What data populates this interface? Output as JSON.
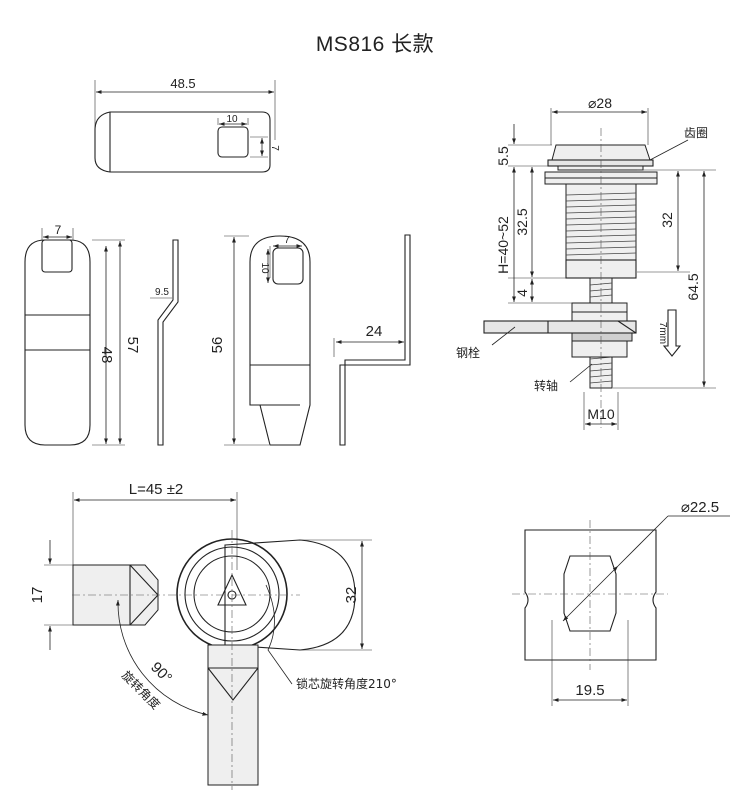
{
  "title": "MS816 长款",
  "top_view": {
    "length": "48.5",
    "slot_w": "10",
    "slot_h": "7"
  },
  "front_view": {
    "slot_w": "7",
    "len_inner": "48",
    "len_outer": "57"
  },
  "side_view_1": {
    "offset": "9.5"
  },
  "back_view": {
    "slot_w": "7",
    "slot_h": "10",
    "length": "56"
  },
  "side_view_2": {
    "offset": "24"
  },
  "section_view": {
    "diameter": "⌀28",
    "flange": "5.5",
    "thread_len": "32.5",
    "h_range": "H=40~52",
    "gap": "4",
    "body_len": "32",
    "total_len": "64.5",
    "tongue_thk": "7mm",
    "thread": "M10",
    "label_gear": "齿圈",
    "label_pin": "钢栓",
    "label_shaft": "转轴"
  },
  "bottom_view": {
    "length": "L=45 ±2",
    "width": "17",
    "height": "32",
    "angle": "90°",
    "label_angle": "旋转角度",
    "label_core": "锁芯旋转角度210°"
  },
  "cutout_view": {
    "diameter": "⌀22.5",
    "flat": "19.5"
  }
}
